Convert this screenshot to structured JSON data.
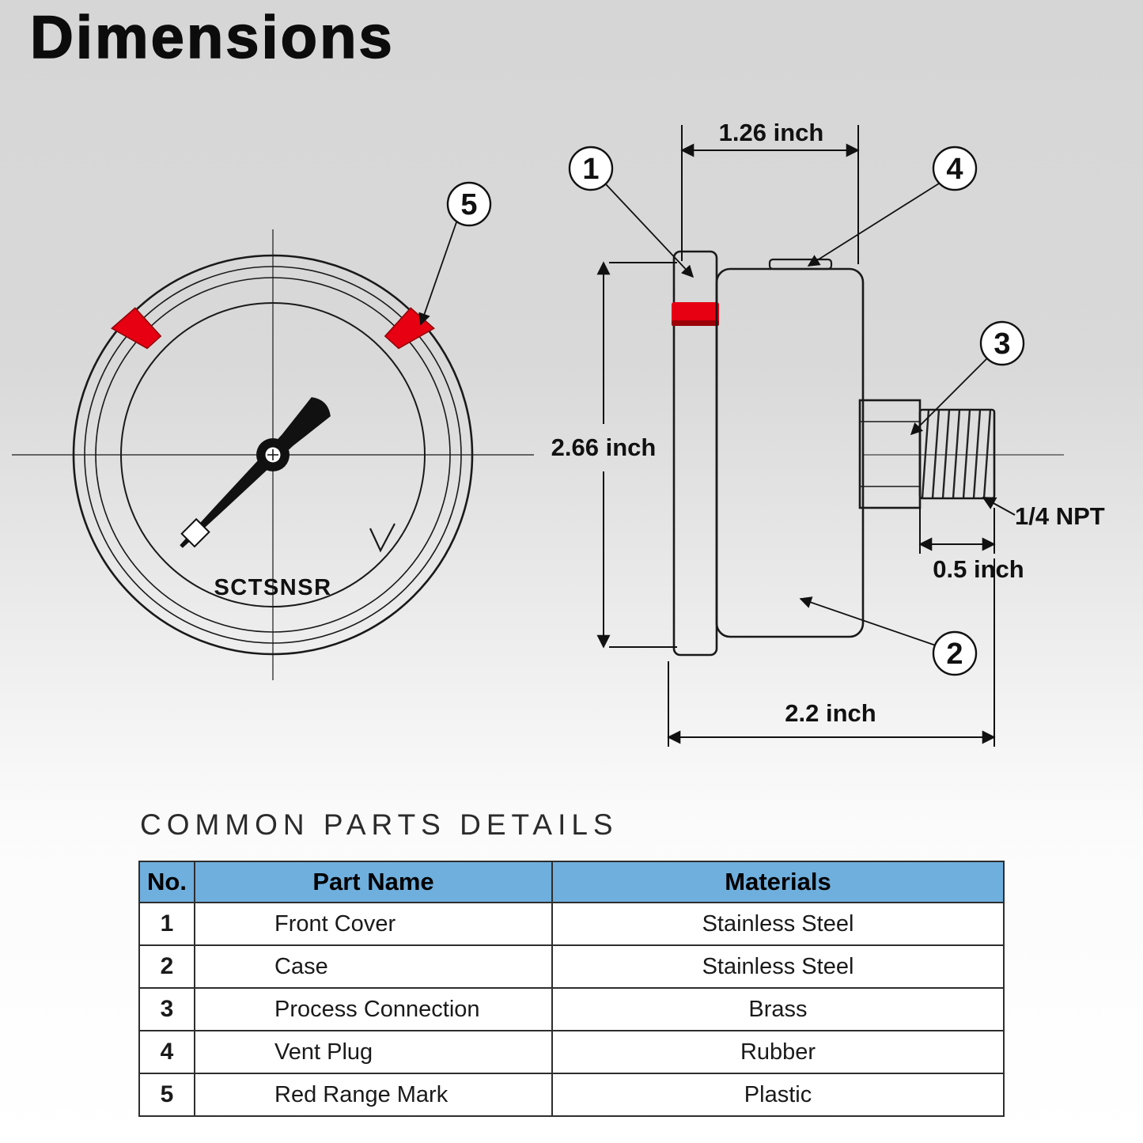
{
  "title": "Dimensions",
  "diagram": {
    "brand": "SCTSNSR",
    "dim_top_width": "1.26 inch",
    "dim_height": "2.66 inch",
    "dim_npt": "1/4 NPT",
    "dim_thread_length": "0.5 inch",
    "dim_case_width": "2.2 inch",
    "callout_1": "1",
    "callout_2": "2",
    "callout_3": "3",
    "callout_4": "4",
    "callout_5": "5"
  },
  "parts_table": {
    "heading": "COMMON PARTS DETAILS",
    "columns": [
      "No.",
      "Part Name",
      "Materials"
    ],
    "rows": [
      {
        "no": "1",
        "part_name": "Front Cover",
        "material": "Stainless Steel"
      },
      {
        "no": "2",
        "part_name": "Case",
        "material": "Stainless Steel"
      },
      {
        "no": "3",
        "part_name": "Process Connection",
        "material": "Brass"
      },
      {
        "no": "4",
        "part_name": "Vent Plug",
        "material": "Rubber"
      },
      {
        "no": "5",
        "part_name": "Red Range Mark",
        "material": "Plastic"
      }
    ]
  },
  "colors": {
    "accent_red": "#e60012",
    "accent_red_dark": "#9b0007",
    "table_header_blue": "#6fafdd",
    "line_black": "#111111"
  }
}
